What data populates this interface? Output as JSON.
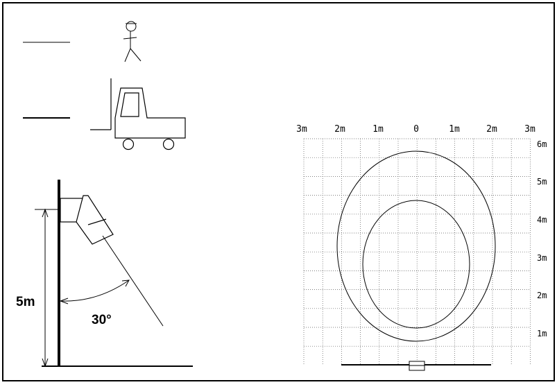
{
  "mount_height_label": "5m",
  "tilt_angle_label": "30°",
  "grid": {
    "x_labels": [
      "3m",
      "2m",
      "1m",
      "0",
      "1m",
      "2m",
      "3m"
    ],
    "y_labels": [
      "6m",
      "5m",
      "4m",
      "3m",
      "2m",
      "1m"
    ]
  },
  "legend": [
    {
      "target": "person",
      "line_style": "thin"
    },
    {
      "target": "forklift",
      "line_style": "thick"
    }
  ],
  "icons": {
    "person": "person-icon",
    "forklift": "forklift-icon",
    "sensor": "sensor-icon"
  }
}
